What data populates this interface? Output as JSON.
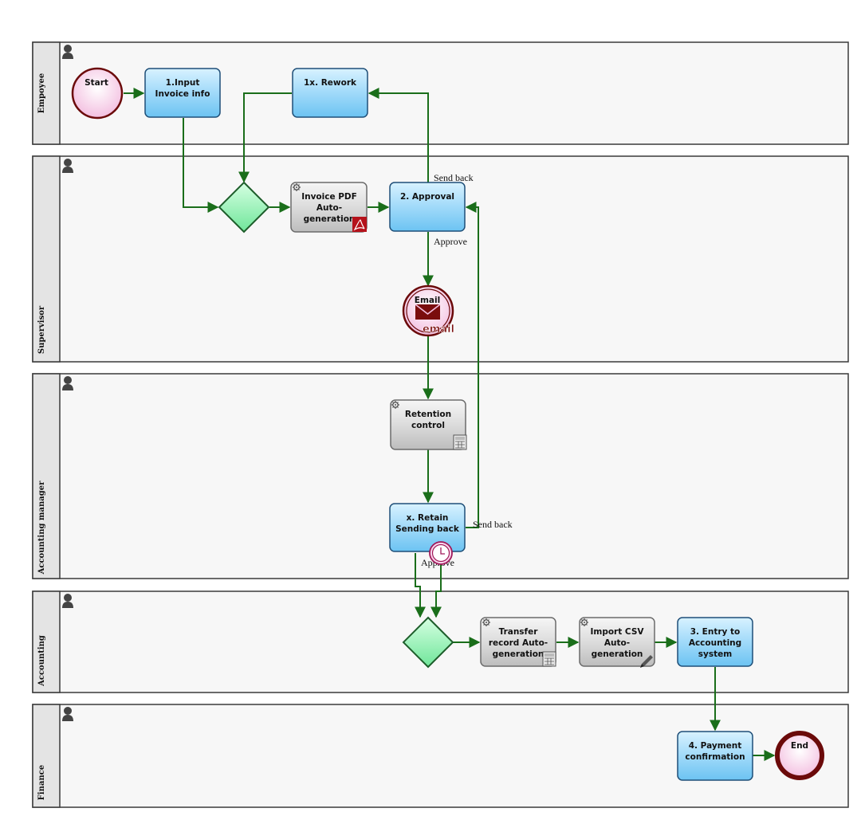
{
  "lanes": [
    {
      "id": "employee",
      "label": "Empoyee"
    },
    {
      "id": "supervisor",
      "label": "Supervisor"
    },
    {
      "id": "accounting_manager",
      "label": "Accounting manager"
    },
    {
      "id": "accounting",
      "label": "Accounting"
    },
    {
      "id": "finance",
      "label": "Finance"
    }
  ],
  "events": {
    "start": "Start",
    "email_title": "Email",
    "email_badge": "email",
    "end": "End"
  },
  "tasks": {
    "input_invoice": [
      "1.Input",
      "Invoice info"
    ],
    "rework": [
      "1x. Rework"
    ],
    "invoice_pdf": [
      "Invoice PDF",
      "Auto-",
      "generation"
    ],
    "approval": [
      "2. Approval"
    ],
    "retention": [
      "Retention",
      "control"
    ],
    "retain": [
      "x. Retain",
      "Sending back"
    ],
    "transfer": [
      "Transfer",
      "record Auto-",
      "generation"
    ],
    "import_csv": [
      "Import CSV",
      "Auto-",
      "generation"
    ],
    "entry": [
      "3. Entry to",
      "Accounting",
      "system"
    ],
    "payment": [
      "4. Payment",
      "confirmation"
    ]
  },
  "flow_labels": {
    "send_back_1": "Send back",
    "approve_1": "Approve",
    "send_back_2": "Send back",
    "approve_2": "Approve"
  },
  "colors": {
    "task_blue": "#8fd4f7",
    "task_gray": "#d6d6d6",
    "gateway": "#8ef0b0",
    "flow": "#1a6e1a",
    "start_fill": "#f9d6ec",
    "end_stroke": "#6b0a0a"
  },
  "icons": [
    "person-icon",
    "gear-icon",
    "pdf-icon",
    "calculator-icon",
    "pencil-icon",
    "envelope-icon",
    "timer-icon"
  ]
}
